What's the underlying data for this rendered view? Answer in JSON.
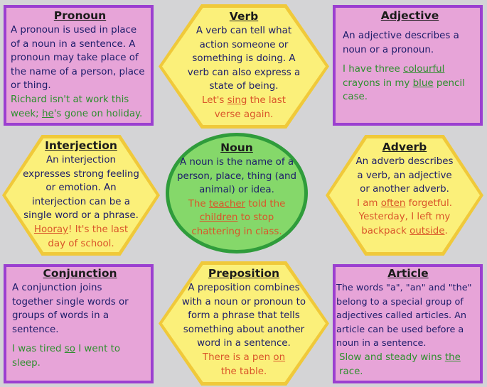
{
  "pronoun": {
    "title": "Pronoun",
    "def": [
      "A pronoun is used in place",
      "of a noun in a sentence. A",
      "pronoun may take place of",
      "the name of a person, place",
      "or thing."
    ],
    "ex": [
      {
        "pre": "Richard isn't at work this",
        "u": "",
        "post": ""
      },
      {
        "pre": "week; ",
        "u": "he",
        "post": "'s gone on holiday."
      }
    ]
  },
  "verb": {
    "title": "Verb",
    "def": [
      "A verb can tell what",
      "action someone or",
      "something is doing. A",
      "verb can also express a",
      "state of being."
    ],
    "ex": [
      {
        "pre": "Let's ",
        "u": "sing",
        "post": " the last"
      },
      {
        "pre": "verse again.",
        "u": "",
        "post": ""
      }
    ]
  },
  "adjective": {
    "title": "Adjective",
    "def": [
      "An adjective describes a",
      "noun or a pronoun."
    ],
    "ex": [
      {
        "pre": "I have three ",
        "u": "colourful",
        "post": ""
      },
      {
        "pre": "crayons in my ",
        "u": "blue",
        "post": " pencil"
      },
      {
        "pre": "case.",
        "u": "",
        "post": ""
      }
    ]
  },
  "interjection": {
    "title": "Interjection",
    "def": [
      "An interjection",
      "expresses strong feeling",
      "or emotion. An",
      "interjection can be a",
      "single word or a phrase."
    ],
    "ex": [
      {
        "pre": "",
        "u": "Hooray",
        "post": "! It's the last"
      },
      {
        "pre": "day of school.",
        "u": "",
        "post": ""
      }
    ]
  },
  "noun": {
    "title": "Noun",
    "def": [
      "A noun is the name of a",
      "person, place, thing (and",
      "animal) or idea."
    ],
    "ex": [
      {
        "pre": "The ",
        "u": "teacher",
        "post": " told the"
      },
      {
        "pre": "",
        "u": "children",
        "post": " to stop"
      },
      {
        "pre": "chattering in class.",
        "u": "",
        "post": ""
      }
    ]
  },
  "adverb": {
    "title": "Adverb",
    "def": [
      "An adverb describes",
      "a verb, an adjective",
      "or another adverb."
    ],
    "ex": [
      {
        "pre": "I am ",
        "u": "often",
        "post": " forgetful."
      },
      {
        "pre": "Yesterday, I left my",
        "u": "",
        "post": ""
      },
      {
        "pre": "backpack ",
        "u": "outside",
        "post": "."
      }
    ]
  },
  "conjunction": {
    "title": "Conjunction",
    "def": [
      "A conjunction joins",
      "together single words or",
      "groups of words in a",
      "sentence."
    ],
    "ex": [
      {
        "pre": "I was tired ",
        "u": "so",
        "post": " I went to"
      },
      {
        "pre": "sleep.",
        "u": "",
        "post": ""
      }
    ]
  },
  "preposition": {
    "title": "Preposition",
    "def": [
      "A preposition combines",
      "with a noun or pronoun to",
      "form a phrase that tells",
      "something about another",
      "word in a sentence."
    ],
    "ex": [
      {
        "pre": "There is a pen ",
        "u": "on",
        "post": ""
      },
      {
        "pre": "the table.",
        "u": "",
        "post": ""
      }
    ]
  },
  "article": {
    "title": "Article",
    "def": [
      "The words \"a\", \"an\" and \"the\"",
      "belong to a special group of",
      "adjectives called articles. An",
      "article can be used before a",
      "noun in a sentence."
    ],
    "ex": [
      {
        "pre": "Slow and steady wins ",
        "u": "the",
        "post": ""
      },
      {
        "pre": "race.",
        "u": "",
        "post": ""
      }
    ]
  }
}
